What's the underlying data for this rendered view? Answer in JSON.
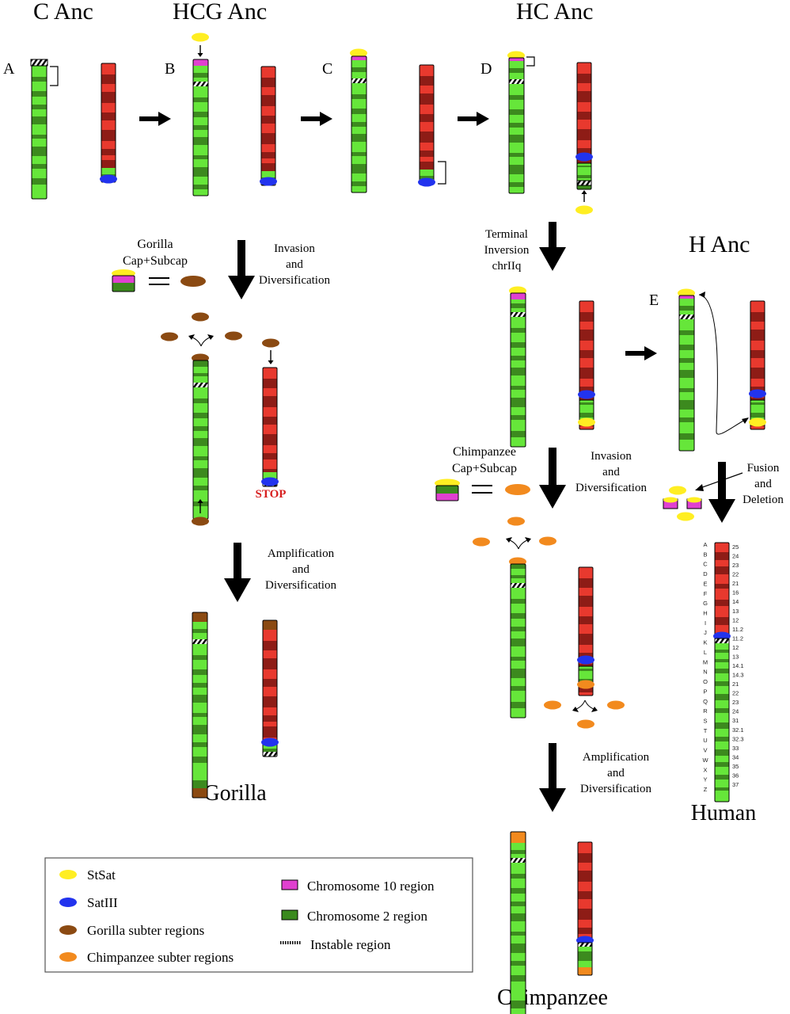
{
  "headers": {
    "c_anc": "C Anc",
    "hcg_anc": "HCG Anc",
    "hc_anc": "HC Anc",
    "h_anc": "H Anc"
  },
  "panels": [
    "A",
    "B",
    "C",
    "D",
    "E"
  ],
  "steps": {
    "gorilla_invasion": [
      "Invasion",
      "and",
      "Diversification"
    ],
    "gorilla_amplification": [
      "Amplification",
      "and",
      "Diversification"
    ],
    "terminal_inversion": [
      "Terminal",
      "Inversion",
      "chrIIq"
    ],
    "chimp_invasion": [
      "Invasion",
      "and",
      "Diversification"
    ],
    "fusion_deletion": [
      "Fusion",
      "and",
      "Deletion"
    ],
    "chimp_amplification": [
      "Amplification",
      "and",
      "Diversification"
    ]
  },
  "caps": {
    "gorilla": [
      "Gorilla",
      "Cap+Subcap"
    ],
    "chimpanzee": [
      "Chimpanzee",
      "Cap+Subcap"
    ]
  },
  "stop_label": "STOP",
  "species": {
    "gorilla": "Gorilla",
    "human": "Human",
    "chimpanzee": "Chimpanzee"
  },
  "human_bands_left": [
    "A",
    "B",
    "C",
    "D",
    "E",
    "F",
    "G",
    "H",
    "I",
    "J",
    "K",
    "L",
    "M",
    "N",
    "O",
    "P",
    "Q",
    "R",
    "S",
    "T",
    "U",
    "V",
    "W",
    "X",
    "Y",
    "Z"
  ],
  "human_bands_right": [
    "25",
    "24",
    "23",
    "22",
    "21",
    "16",
    "14",
    "13",
    "12",
    "11.2",
    "11.2",
    "12",
    "13",
    "14.1",
    "14.3",
    "21",
    "22",
    "23",
    "24",
    "31",
    "32.1",
    "32.3",
    "33",
    "34",
    "35",
    "36",
    "37"
  ],
  "legend": [
    {
      "key": "stsat",
      "label": "StSat",
      "color": "#ffee22"
    },
    {
      "key": "satiii",
      "label": "SatIII",
      "color": "#2233ee"
    },
    {
      "key": "gorilla_subter",
      "label": "Gorilla subter regions",
      "color": "#8b4a12"
    },
    {
      "key": "chimp_subter",
      "label": "Chimpanzee subter regions",
      "color": "#f28a1e"
    },
    {
      "key": "chr10",
      "label": "Chromosome 10 region",
      "color": "#e040d0"
    },
    {
      "key": "chr2",
      "label": "Chromosome  2  region",
      "color": "#3a8a1e"
    },
    {
      "key": "instable",
      "label": "Instable region"
    }
  ],
  "colors": {
    "green_light": "#66e63a",
    "green_dark": "#3c8a1e",
    "red_light": "#e8392e",
    "red_dark": "#8e1c16",
    "stop": "#d71f1f"
  }
}
